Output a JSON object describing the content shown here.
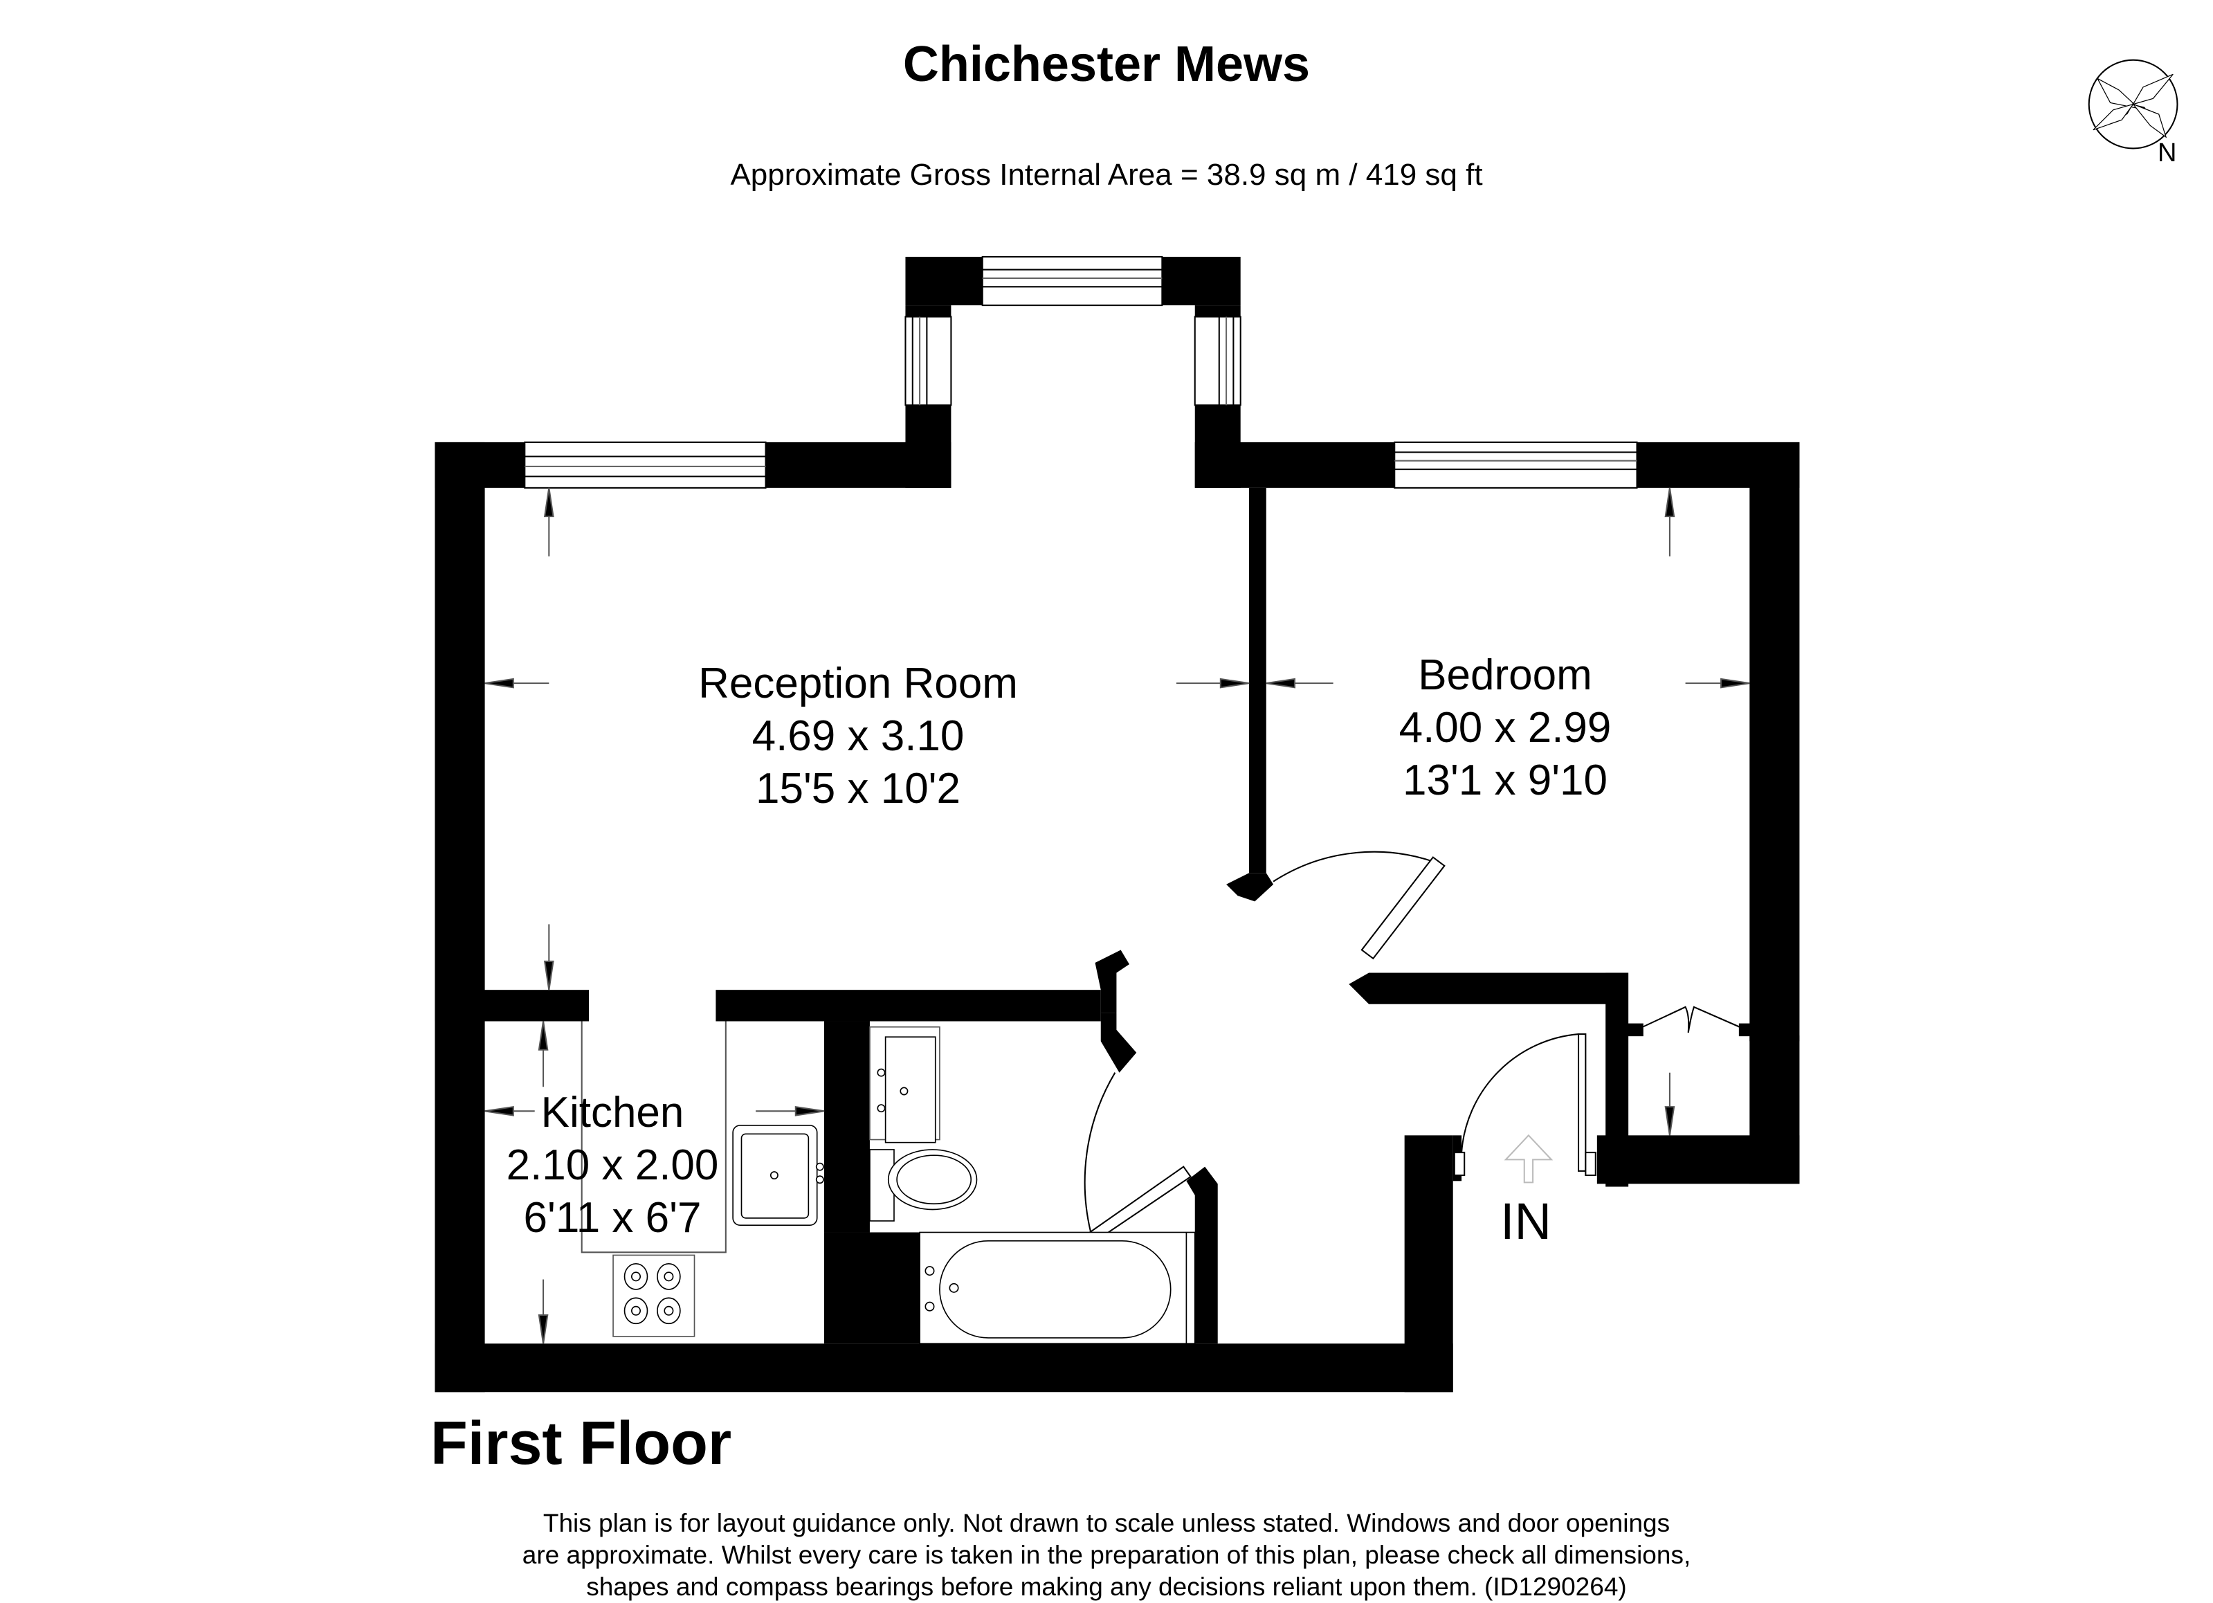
{
  "header": {
    "title": "Chichester Mews",
    "area": "Approximate Gross Internal Area = 38.9 sq m / 419 sq ft"
  },
  "compass": {
    "icon": "compass-rose-icon",
    "north_label": "N"
  },
  "rooms": [
    {
      "name": "Reception Room",
      "metric": "4.69 x 3.10",
      "imperial": "15'5 x 10'2"
    },
    {
      "name": "Bedroom",
      "metric": "4.00 x 2.99",
      "imperial": "13'1 x 9'10"
    },
    {
      "name": "Kitchen",
      "metric": "2.10 x 2.00",
      "imperial": "6'11 x 6'7"
    }
  ],
  "entrance": {
    "label": "IN",
    "icon": "entrance-arrow-icon"
  },
  "floor": {
    "label": "First Floor"
  },
  "footer": {
    "lines": [
      "This plan is for layout guidance only. Not drawn to scale unless stated. Windows and door openings",
      "are approximate. Whilst every care is taken in the preparation of this plan, please check all dimensions,",
      "shapes and compass bearings before making any decisions reliant upon them. (ID1290264)"
    ]
  },
  "colors": {
    "wall": "#000000",
    "background": "#ffffff",
    "fixture_line": "#555555",
    "entrance_arrow": "#bbbbbb"
  }
}
